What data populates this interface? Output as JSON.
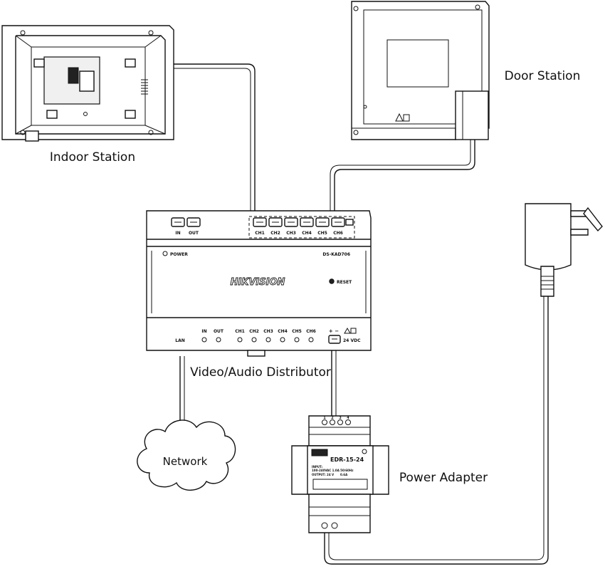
{
  "labels": {
    "indoor_station": "Indoor Station",
    "door_station": "Door Station",
    "distributor": "Video/Audio Distributor",
    "network": "Network",
    "power_adapter": "Power Adapter"
  },
  "distributor": {
    "brand": "HIKVISION",
    "model": "DS-KAD706",
    "power_label": "POWER",
    "reset_label": "RESET",
    "top_ports": [
      "IN",
      "OUT",
      "CH1",
      "CH2",
      "CH3",
      "CH4",
      "CH5",
      "CH6"
    ],
    "front_leds": [
      "IN",
      "OUT",
      "CH1",
      "CH2",
      "CH3",
      "CH4",
      "CH5",
      "CH6"
    ],
    "lan_label": "LAN",
    "polarity": "+  −",
    "voltage": "24 VDC"
  },
  "power_adapter": {
    "model": "EDR-15-24",
    "input_label": "INPUT:",
    "input_value": "100-240VAC 1.0A 50/60Hz",
    "output_label": "OUTPUT: 24 V",
    "output_value": "0.6A",
    "terminal_numbers": [
      "1",
      "2",
      "3",
      "4"
    ]
  }
}
